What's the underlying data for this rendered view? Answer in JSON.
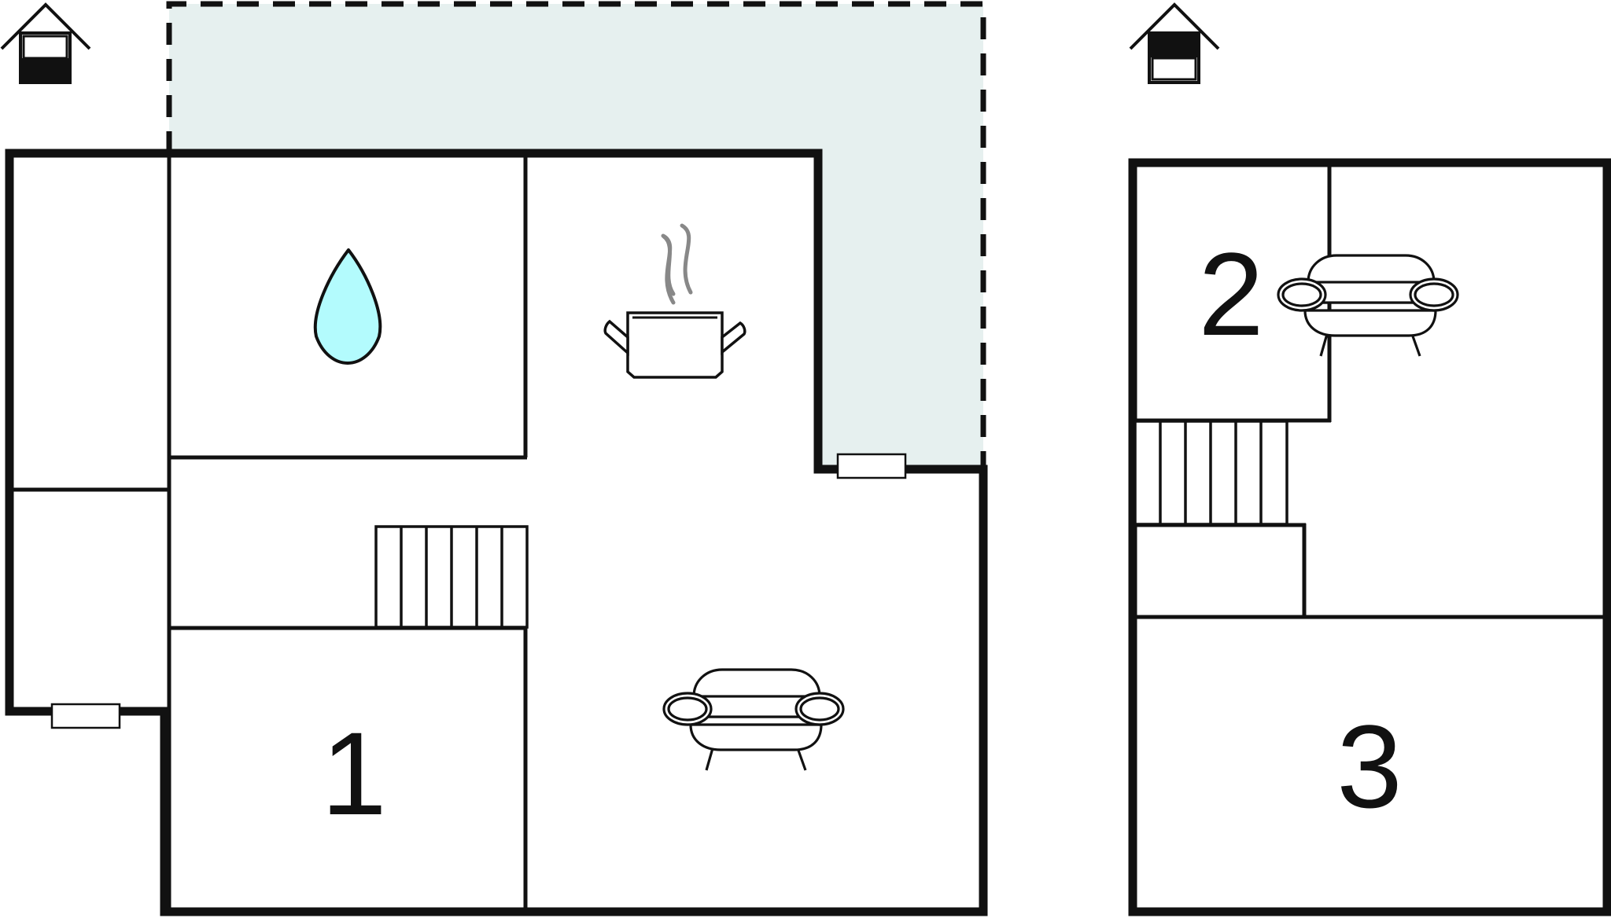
{
  "floors": [
    {
      "id": "ground-floor",
      "marker_icon": "house-ground-floor-icon",
      "terrace": {
        "fill": "#e6f0ef"
      },
      "rooms": [
        {
          "label": "1",
          "kind": "bedroom"
        }
      ],
      "symbols": [
        "water-drop-icon",
        "cooking-pot-icon",
        "sofa-icon",
        "stairs"
      ]
    },
    {
      "id": "upper-floor",
      "marker_icon": "house-upper-floor-icon",
      "rooms": [
        {
          "label": "2",
          "kind": "bedroom"
        },
        {
          "label": "3",
          "kind": "bedroom"
        }
      ],
      "symbols": [
        "sofa-icon",
        "stairs"
      ]
    }
  ],
  "colors": {
    "walls": "#111111",
    "terrace": "#e6f0ef",
    "water_drop": "#b3fbfd",
    "steam": "#888888"
  }
}
